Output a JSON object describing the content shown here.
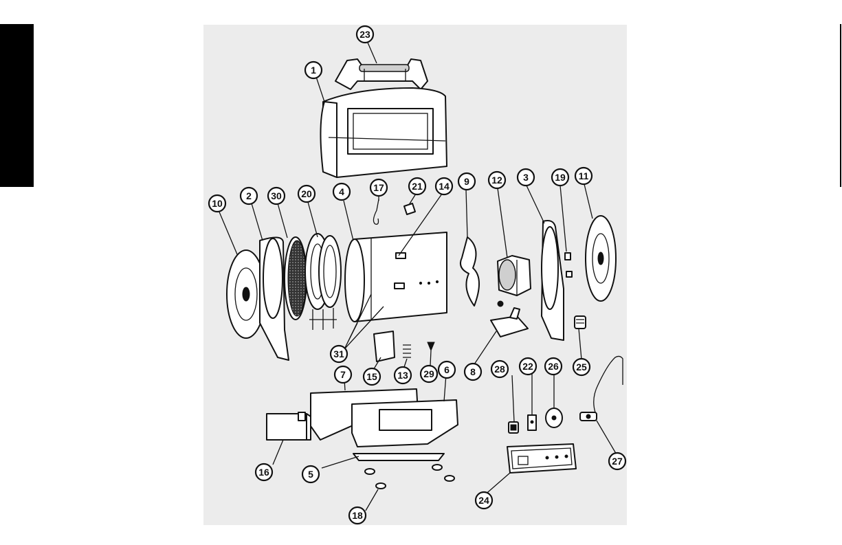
{
  "callouts": [
    "1",
    "2",
    "3",
    "4",
    "5",
    "6",
    "7",
    "8",
    "9",
    "10",
    "11",
    "12",
    "13",
    "14",
    "15",
    "16",
    "17",
    "18",
    "19",
    "20",
    "21",
    "22",
    "23",
    "24",
    "25",
    "26",
    "27",
    "28",
    "29",
    "30",
    "31"
  ],
  "colors": {
    "panel": "#ececec",
    "ink": "#111111",
    "tab": "#000000"
  }
}
